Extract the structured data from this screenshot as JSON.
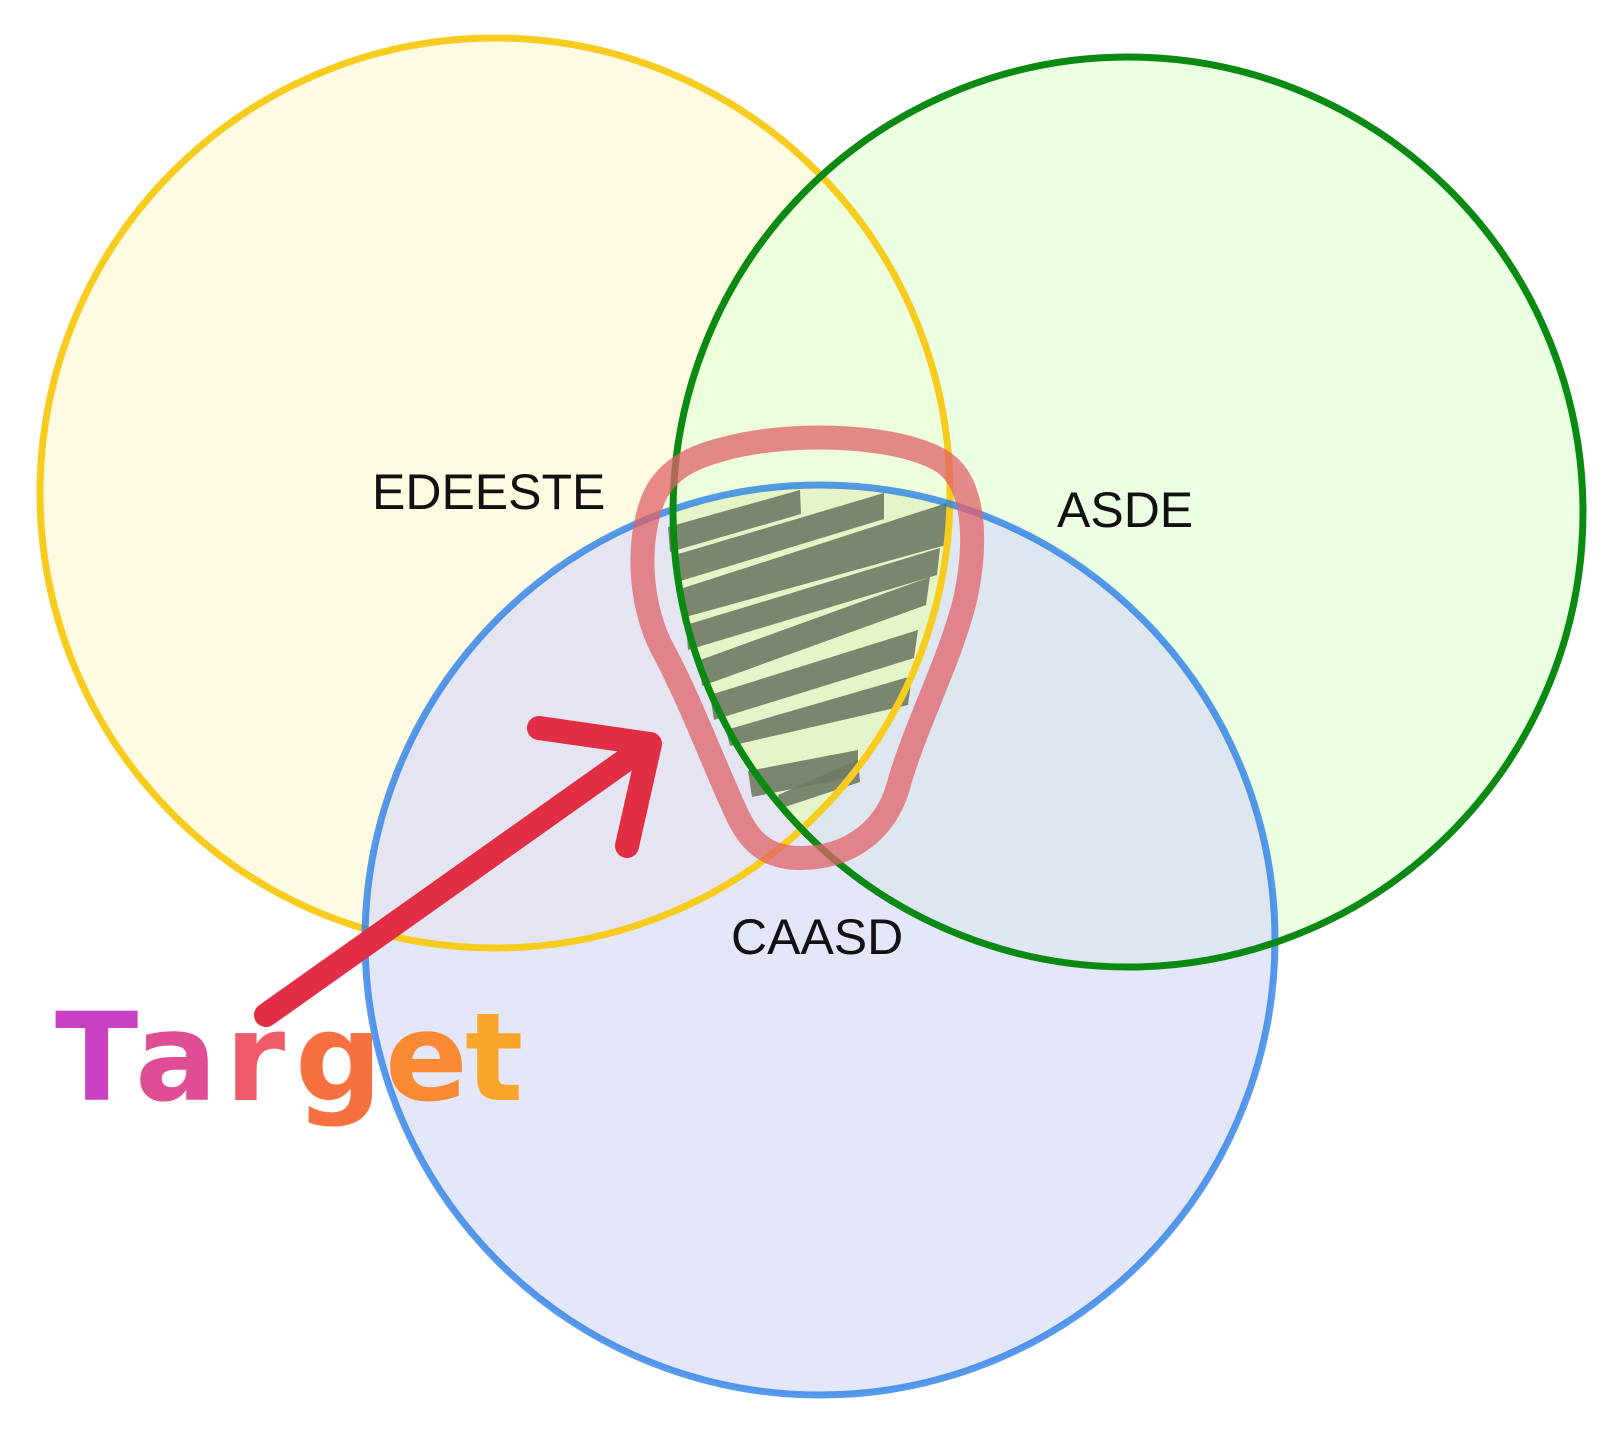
{
  "diagram": {
    "type": "venn-3",
    "sets": [
      {
        "id": "left",
        "label": "EDEESTE",
        "stroke": "#F7CC1E",
        "fill": "#FFFBE0"
      },
      {
        "id": "right",
        "label": "ASDE",
        "stroke": "#0A8A12",
        "fill": "#EAFFDF"
      },
      {
        "id": "bottom",
        "label": "CAASD",
        "stroke": "#1F78E6",
        "fill": "#E3E4FA"
      }
    ],
    "highlight": {
      "region": "EDEESTE ∩ ASDE ∩ CAASD",
      "outline_color": "#E27B7E",
      "hatch_color": "#6F7A64"
    },
    "annotation": {
      "text": "Target",
      "arrow_color": "#E22E45",
      "letter_colors": [
        "#C940C2",
        "#DF4E95",
        "#EE5B6B",
        "#F7703F",
        "#F98A33",
        "#FAA52A"
      ]
    }
  }
}
